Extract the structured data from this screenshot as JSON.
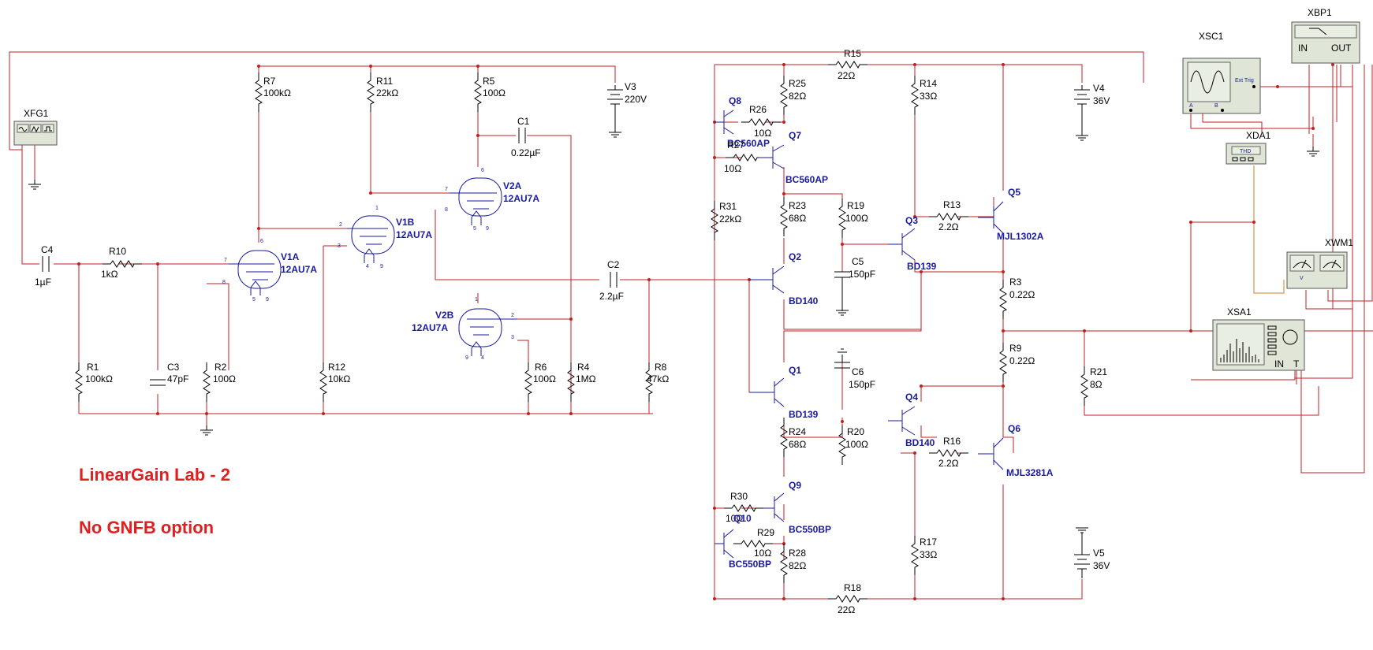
{
  "notes": {
    "title": "LinearGain Lab - 2",
    "option": "No GNFB option"
  },
  "instruments": {
    "xfg1": "XFG1",
    "xsc1": "XSC1",
    "xsc1_trig": "Ext Trig",
    "xsc1_a": "A",
    "xsc1_b": "B",
    "xbp1": "XBP1",
    "xbp1_in": "IN",
    "xbp1_out": "OUT",
    "xda1": "XDA1",
    "xda1_screen": "THD",
    "xwm1": "XWM1",
    "xwm1_v": "V",
    "xsa1": "XSA1",
    "xsa1_in": "IN",
    "xsa1_t": "T"
  },
  "components": {
    "c4": {
      "ref": "C4",
      "val": "1µF"
    },
    "r10": {
      "ref": "R10",
      "val": "1kΩ"
    },
    "r1": {
      "ref": "R1",
      "val": "100kΩ"
    },
    "c3": {
      "ref": "C3",
      "val": "47pF"
    },
    "r2": {
      "ref": "R2",
      "val": "100Ω"
    },
    "r7": {
      "ref": "R7",
      "val": "100kΩ"
    },
    "r11": {
      "ref": "R11",
      "val": "22kΩ"
    },
    "r12": {
      "ref": "R12",
      "val": "10kΩ"
    },
    "r5": {
      "ref": "R5",
      "val": "100Ω"
    },
    "c1": {
      "ref": "C1",
      "val": "0.22µF"
    },
    "v3": {
      "ref": "V3",
      "val": "220V"
    },
    "v1a": {
      "ref": "V1A",
      "val": "12AU7A"
    },
    "v1b": {
      "ref": "V1B",
      "val": "12AU7A"
    },
    "v2a": {
      "ref": "V2A",
      "val": "12AU7A"
    },
    "v2b": {
      "ref": "V2B",
      "val": "12AU7A"
    },
    "r6": {
      "ref": "R6",
      "val": "100Ω"
    },
    "r4": {
      "ref": "R4",
      "val": "1MΩ"
    },
    "c2": {
      "ref": "C2",
      "val": "2.2µF"
    },
    "r8": {
      "ref": "R8",
      "val": "47kΩ"
    },
    "q8": {
      "ref": "Q8",
      "val": "BC560AP"
    },
    "r26": {
      "ref": "R26",
      "val": "10Ω"
    },
    "r27": {
      "ref": "R27",
      "val": "10Ω"
    },
    "r25": {
      "ref": "R25",
      "val": "82Ω"
    },
    "q7": {
      "ref": "Q7",
      "val": "BC560AP"
    },
    "r31": {
      "ref": "R31",
      "val": "22kΩ"
    },
    "r23": {
      "ref": "R23",
      "val": "68Ω"
    },
    "q2": {
      "ref": "Q2",
      "val": "BD140"
    },
    "r15": {
      "ref": "R15",
      "val": "22Ω"
    },
    "r14": {
      "ref": "R14",
      "val": "33Ω"
    },
    "r19": {
      "ref": "R19",
      "val": "100Ω"
    },
    "c5": {
      "ref": "C5",
      "val": "150pF"
    },
    "q3": {
      "ref": "Q3",
      "val": "BD139"
    },
    "r13": {
      "ref": "R13",
      "val": "2.2Ω"
    },
    "q5": {
      "ref": "Q5",
      "val": "MJL1302A"
    },
    "v4": {
      "ref": "V4",
      "val": "36V"
    },
    "r3": {
      "ref": "R3",
      "val": "0.22Ω"
    },
    "r9": {
      "ref": "R9",
      "val": "0.22Ω"
    },
    "r21": {
      "ref": "R21",
      "val": "8Ω"
    },
    "q1": {
      "ref": "Q1",
      "val": "BD139"
    },
    "c6": {
      "ref": "C6",
      "val": "150pF"
    },
    "q4": {
      "ref": "Q4",
      "val": "BD140"
    },
    "r24": {
      "ref": "R24",
      "val": "68Ω"
    },
    "r20": {
      "ref": "R20",
      "val": "100Ω"
    },
    "r16": {
      "ref": "R16",
      "val": "2.2Ω"
    },
    "q6": {
      "ref": "Q6",
      "val": "MJL3281A"
    },
    "q9": {
      "ref": "Q9",
      "val": "BC550BP"
    },
    "r30": {
      "ref": "R30",
      "val": "10Ω"
    },
    "q10": {
      "ref": "Q10",
      "val": "BC550BP"
    },
    "r29": {
      "ref": "R29",
      "val": "10Ω"
    },
    "r28": {
      "ref": "R28",
      "val": "82Ω"
    },
    "r17": {
      "ref": "R17",
      "val": "33Ω"
    },
    "r18": {
      "ref": "R18",
      "val": "22Ω"
    },
    "v5": {
      "ref": "V5",
      "val": "36V"
    }
  },
  "pins": {
    "v1a": [
      "7",
      "6",
      "8",
      "5",
      "9"
    ],
    "v1b": [
      "2",
      "1",
      "3",
      "4",
      "9"
    ],
    "v2a": [
      "7",
      "6",
      "8",
      "5",
      "9"
    ],
    "v2b": [
      "1",
      "2",
      "3",
      "9",
      "4"
    ]
  }
}
